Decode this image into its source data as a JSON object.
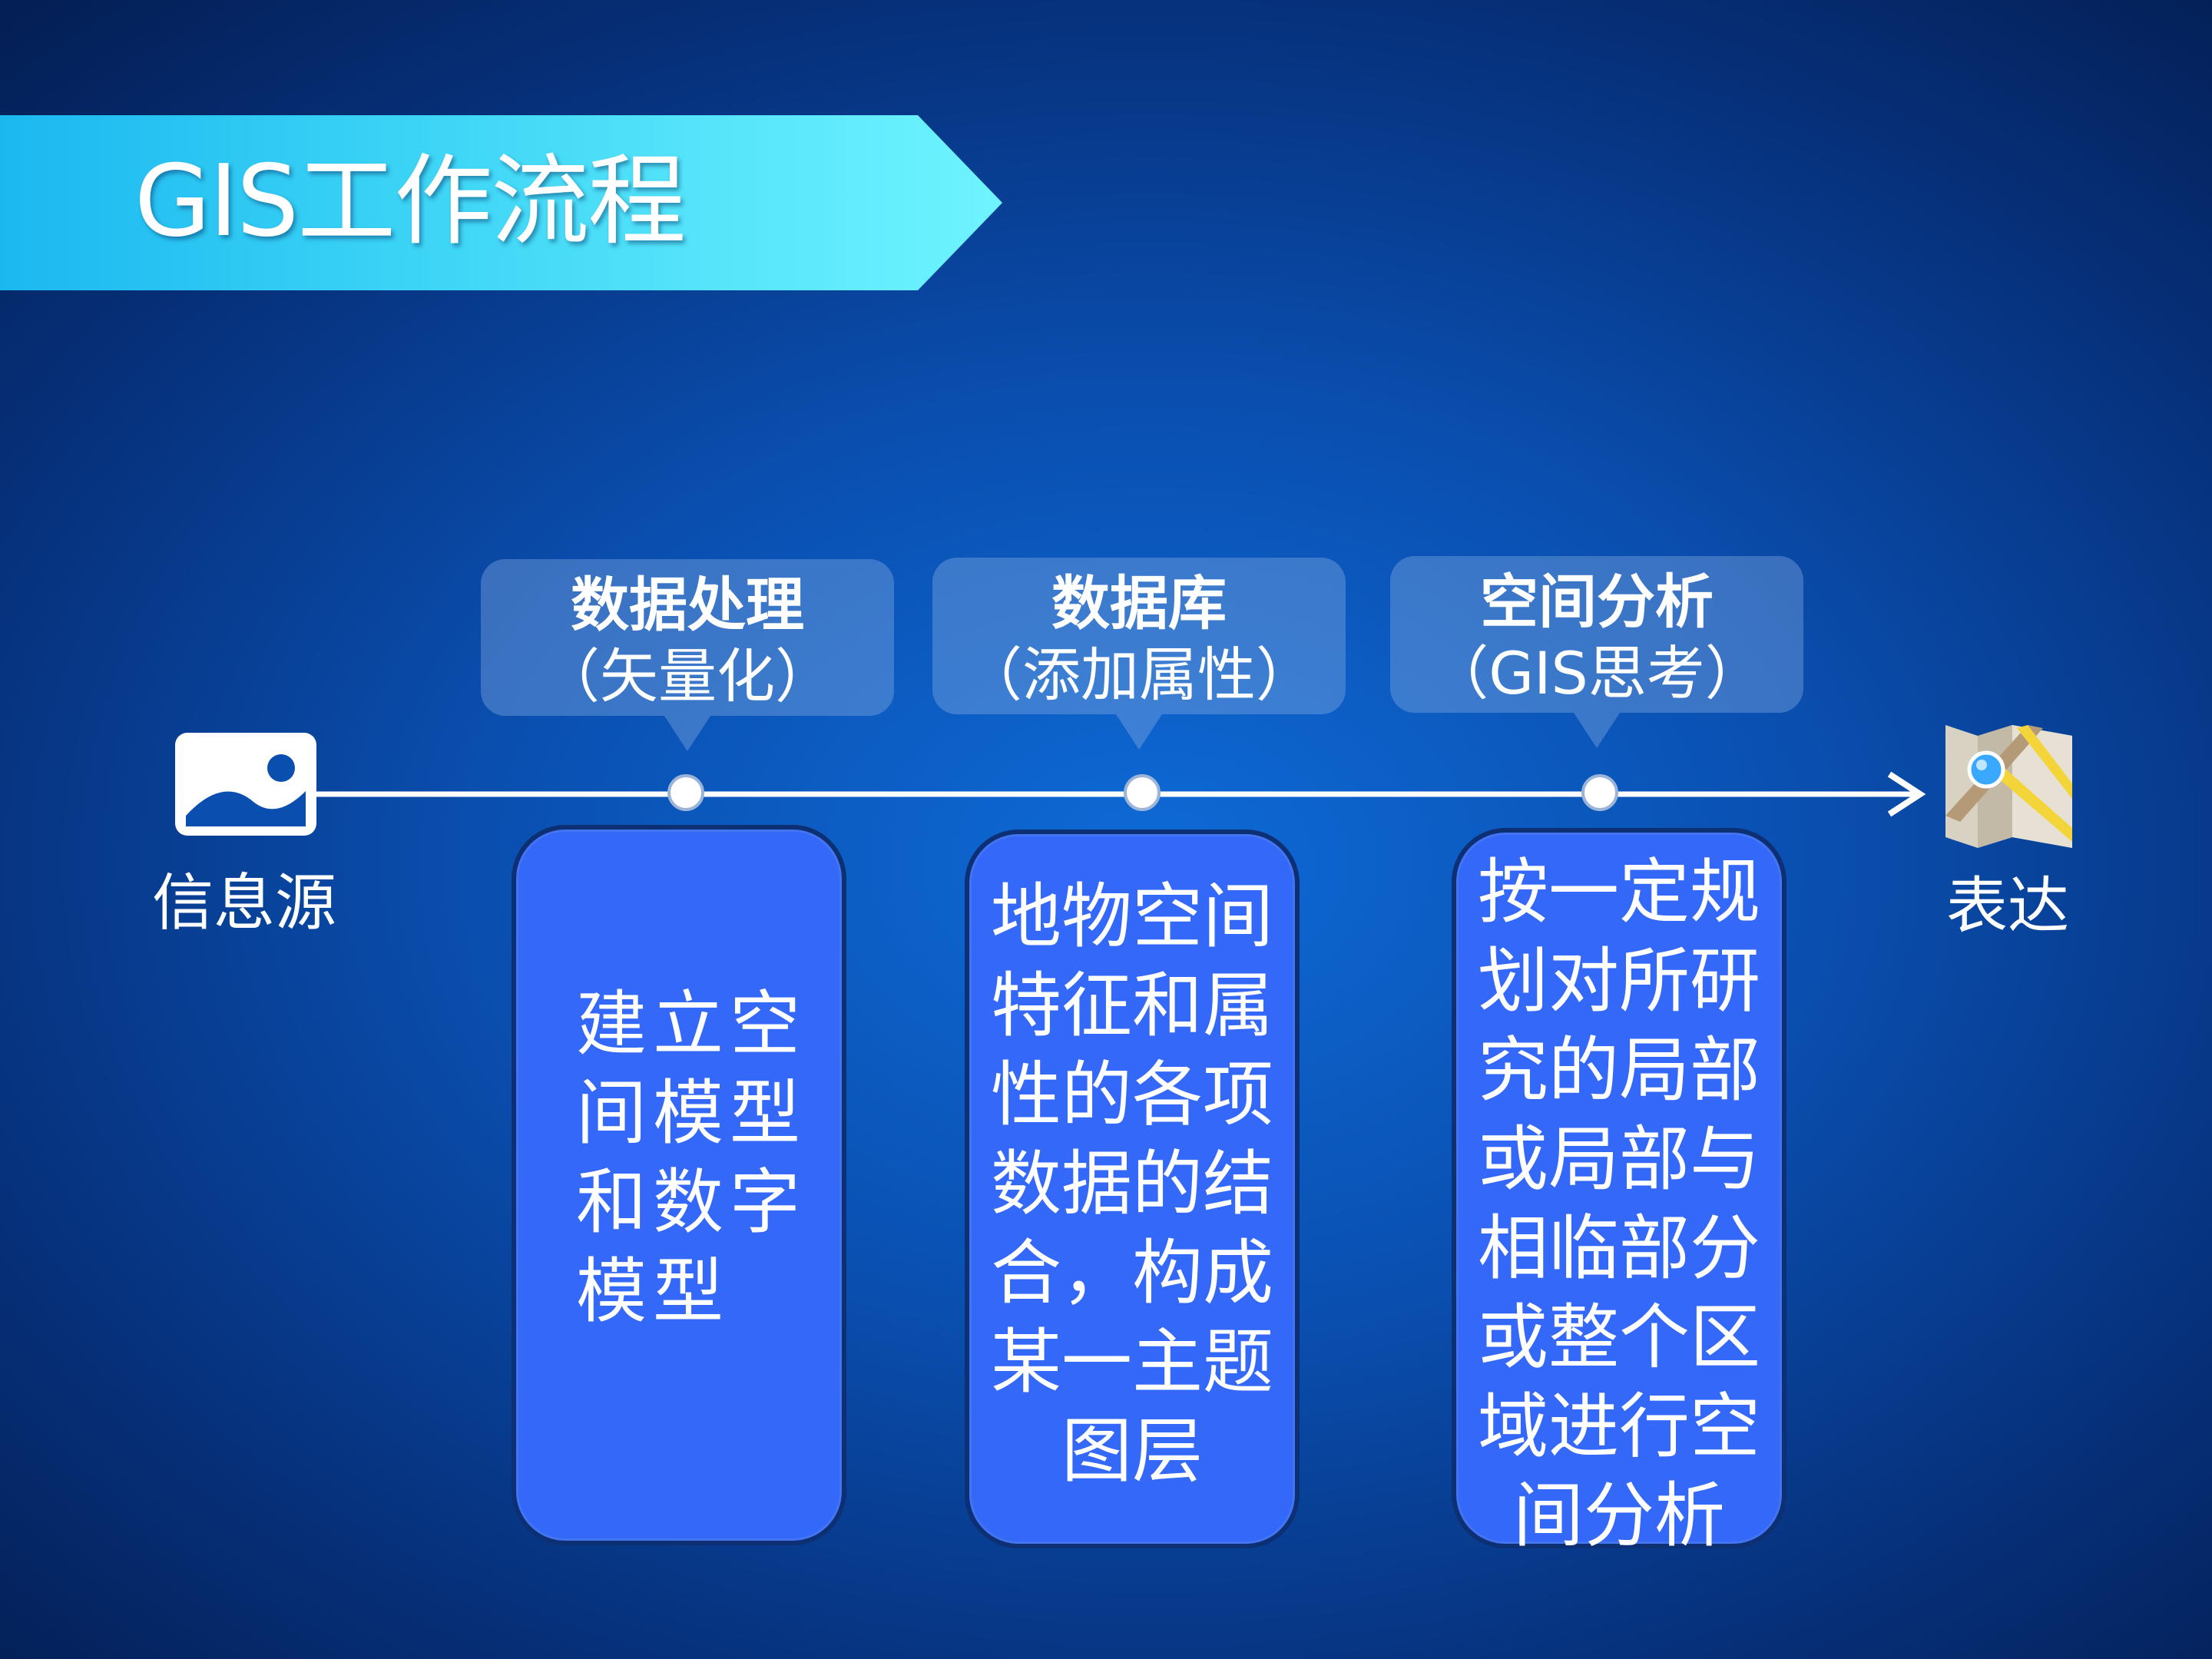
{
  "title": "GIS工作流程",
  "start": {
    "label": "信息源",
    "icon": "image-icon"
  },
  "end": {
    "label": "表达",
    "icon": "map-pin-icon"
  },
  "steps": [
    {
      "title": "数据处理",
      "subtitle": "（矢量化）",
      "description": "建立空\n间模型\n和数字\n模型"
    },
    {
      "title": "数据库",
      "subtitle": "（添加属性）",
      "description": "地物空间\n特征和属\n性的各项\n数据的结\n合，构成\n某一主题\n图层"
    },
    {
      "title": "空间分析",
      "subtitle": "（GIS思考）",
      "description": "按一定规\n划对所研\n究的局部\n或局部与\n相临部分\n或整个区\n域进行空\n间分析"
    }
  ],
  "colors": {
    "background": "#0a4fb0",
    "banner": "#3fd6f6",
    "box_fill": "#3468f8",
    "box_border": "#0d2f73",
    "line": "#ffffff"
  }
}
